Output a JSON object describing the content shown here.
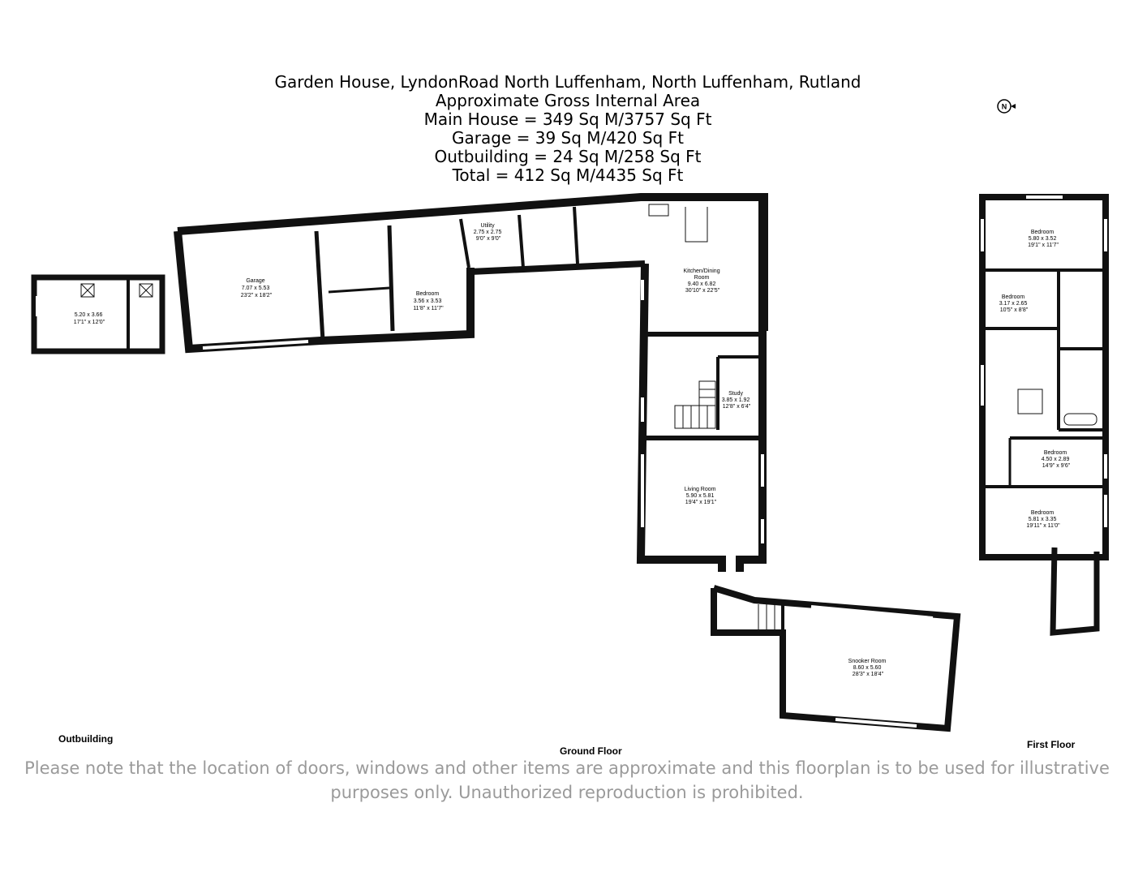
{
  "header": {
    "address": "Garden House, LyndonRoad North Luffenham, North Luffenham, Rutland",
    "area_title": "Approximate Gross Internal Area",
    "main_house": "Main House = 349 Sq M/3757 Sq Ft",
    "garage": "Garage = 39 Sq M/420 Sq Ft",
    "outbuilding": "Outbuilding = 24 Sq M/258 Sq Ft",
    "total": "Total = 412 Sq M/4435 Sq Ft"
  },
  "compass": {
    "label": "N",
    "icon": "north-arrow-icon"
  },
  "rooms": {
    "outbuilding_room": {
      "name": "",
      "metric": "5.20 x 3.66",
      "imperial": "17'1\" x 12'0\""
    },
    "garage": {
      "name": "Garage",
      "metric": "7.07 x 5.53",
      "imperial": "23'2\" x 18'2\""
    },
    "utility": {
      "name": "Utility",
      "metric": "2.75 x 2.75",
      "imperial": "9'0\" x 9'0\""
    },
    "bedroom_ground": {
      "name": "Bedroom",
      "metric": "3.56 x 3.53",
      "imperial": "11'8\" x 11'7\""
    },
    "kitchen": {
      "name": "Kitchen/Dining",
      "name2": "Room",
      "metric": "9.40 x 6.82",
      "imperial": "30'10\" x 22'5\""
    },
    "study": {
      "name": "Study",
      "metric": "3.85 x 1.92",
      "imperial": "12'8\" x 6'4\""
    },
    "living": {
      "name": "Living Room",
      "metric": "5.90 x 5.81",
      "imperial": "19'4\" x 19'1\""
    },
    "snooker": {
      "name": "Snooker Room",
      "metric": "8.60 x 5.60",
      "imperial": "28'3\" x 18'4\""
    },
    "bedroom_1": {
      "name": "Bedroom",
      "metric": "5.80 x 3.52",
      "imperial": "19'1\" x 11'7\""
    },
    "bedroom_2": {
      "name": "Bedroom",
      "metric": "3.17 x 2.65",
      "imperial": "10'5\" x 8'8\""
    },
    "bedroom_3": {
      "name": "Bedroom",
      "metric": "4.50 x 2.89",
      "imperial": "14'9\" x 9'6\""
    },
    "bedroom_4": {
      "name": "Bedroom",
      "metric": "5.81 x 3.35",
      "imperial": "19'11\" x 11'0\""
    }
  },
  "floors": {
    "outbuilding": "Outbuilding",
    "ground": "Ground Floor",
    "first": "First Floor"
  },
  "disclaimer": {
    "line1": "Please note that the location of doors, windows and other items are approximate and this floorplan is to be used for illustrative",
    "line2": "purposes only. Unauthorized reproduction is prohibited."
  },
  "colors": {
    "wall": "#111111",
    "disclaimer": "#9a9a9a",
    "window": "#ffffff"
  }
}
